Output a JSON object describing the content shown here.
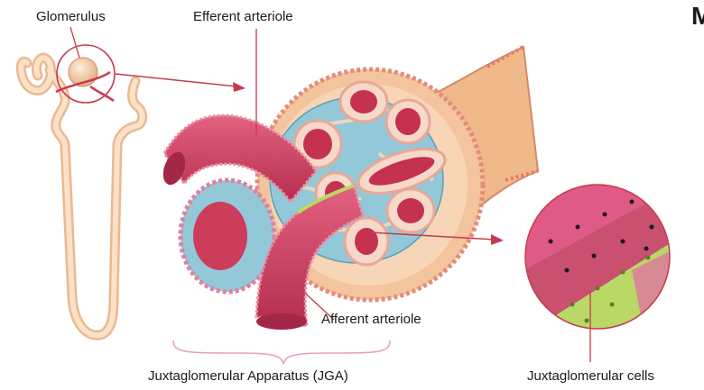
{
  "labels": {
    "glomerulus": "Glomerulus",
    "efferent_arteriole": "Efferent arteriole",
    "afferent_arteriole": "Afferent arteriole",
    "jga": "Juxtaglomerular Apparatus (JGA)",
    "jg_cells": "Juxtaglomerular cells",
    "edge_letter": "M"
  },
  "colors": {
    "vessel": "#cf3d5d",
    "vessel_dark": "#a32747",
    "capsule": "#f2c9a3",
    "mesangium": "#8ec5d6",
    "nephron_tube": "#f3cda6",
    "jg_cells": "#b9d866",
    "leader_line": "#c73a4e"
  }
}
